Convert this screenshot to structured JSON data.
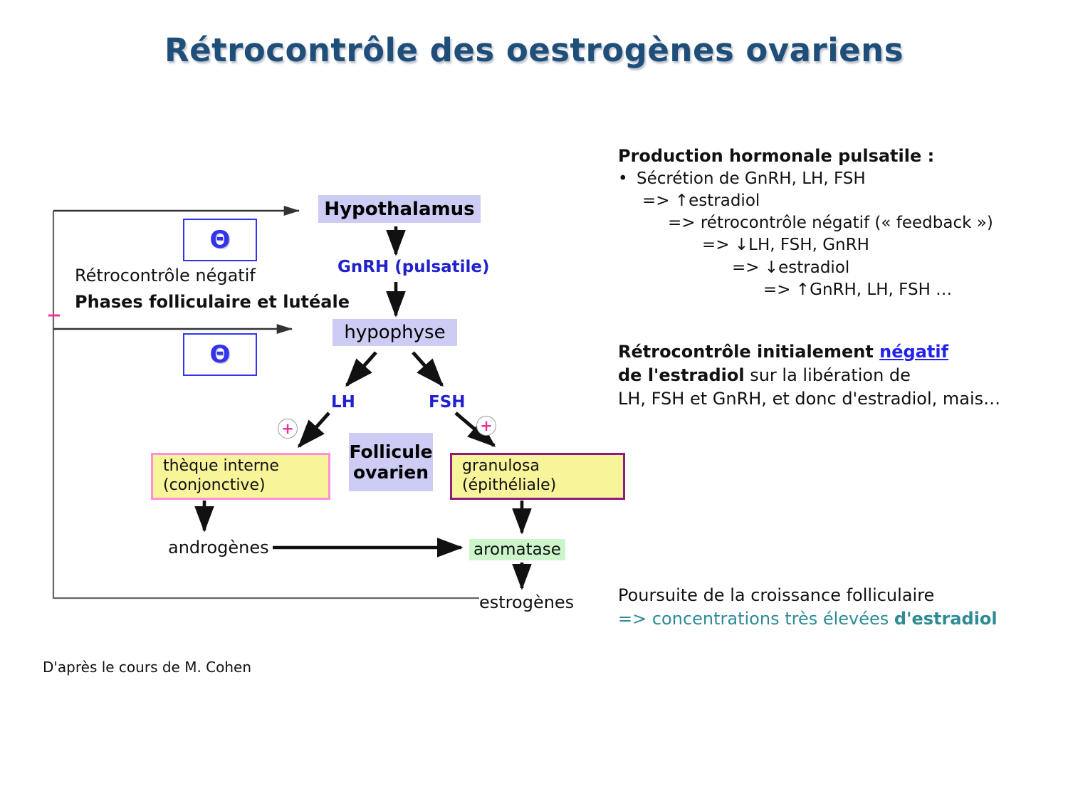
{
  "slide": {
    "title": "Rétrocontrôle des oestrogènes ovariens",
    "credit": "D'après le cours de M. Cohen"
  },
  "colors": {
    "title": "#1F4E79",
    "box_lavender": "#CCCCF5",
    "box_yellow": "#F7F49A",
    "border_pink": "#FF8FD8",
    "border_purple": "#8E1B7E",
    "highlight_green": "#CCF5CC",
    "blue_text": "#2222CC",
    "theta_blue": "#3333EE",
    "plus_pink": "#F0338C",
    "teal": "#2E8B96",
    "loop_gray": "#666666"
  },
  "diagram": {
    "nodes": {
      "hypothalamus": "Hypothalamus",
      "gnrh": "GnRH (pulsatile)",
      "hypophyse": "hypophyse",
      "lh": "LH",
      "fsh": "FSH",
      "follicule_line1": "Follicule",
      "follicule_line2": "ovarien",
      "theque_line1": "thèque interne",
      "theque_line2": "(conjonctive)",
      "granulosa_line1": "granulosa",
      "granulosa_line2": "(épithéliale)",
      "androgenes": "androgènes",
      "aromatase": "aromatase",
      "estrogenes": "estrogènes"
    },
    "feedback": {
      "label_line1": "Rétrocontrôle négatif",
      "label_line2": "Phases folliculaire et lutéale",
      "theta_symbol": "Θ",
      "plus_symbol": "+"
    }
  },
  "right_column": {
    "production": {
      "heading": "Production hormonale pulsatile :",
      "bullet": "•",
      "bullet_text": "Sécrétion de GnRH, LH, FSH",
      "cascade": [
        "=> ↑estradiol",
        "=> rétrocontrôle négatif (« feedback »)",
        "=> ↓LH, FSH, GnRH",
        "=> ↓estradiol",
        "=> ↑GnRH, LH, FSH …"
      ]
    },
    "retrocontrole": {
      "line1_a": "Rétrocontrôle initialement ",
      "line1_link": "négatif",
      "line2_bold": "de l'estradiol",
      "line2_rest": " sur la libération de",
      "line3": "LH, FSH et GnRH, et donc d'estradiol, mais…"
    },
    "poursuite": {
      "line1": "Poursuite de la croissance folliculaire",
      "line2_a": "=> concentrations très élevées ",
      "line2_b": "d'estradiol"
    }
  }
}
